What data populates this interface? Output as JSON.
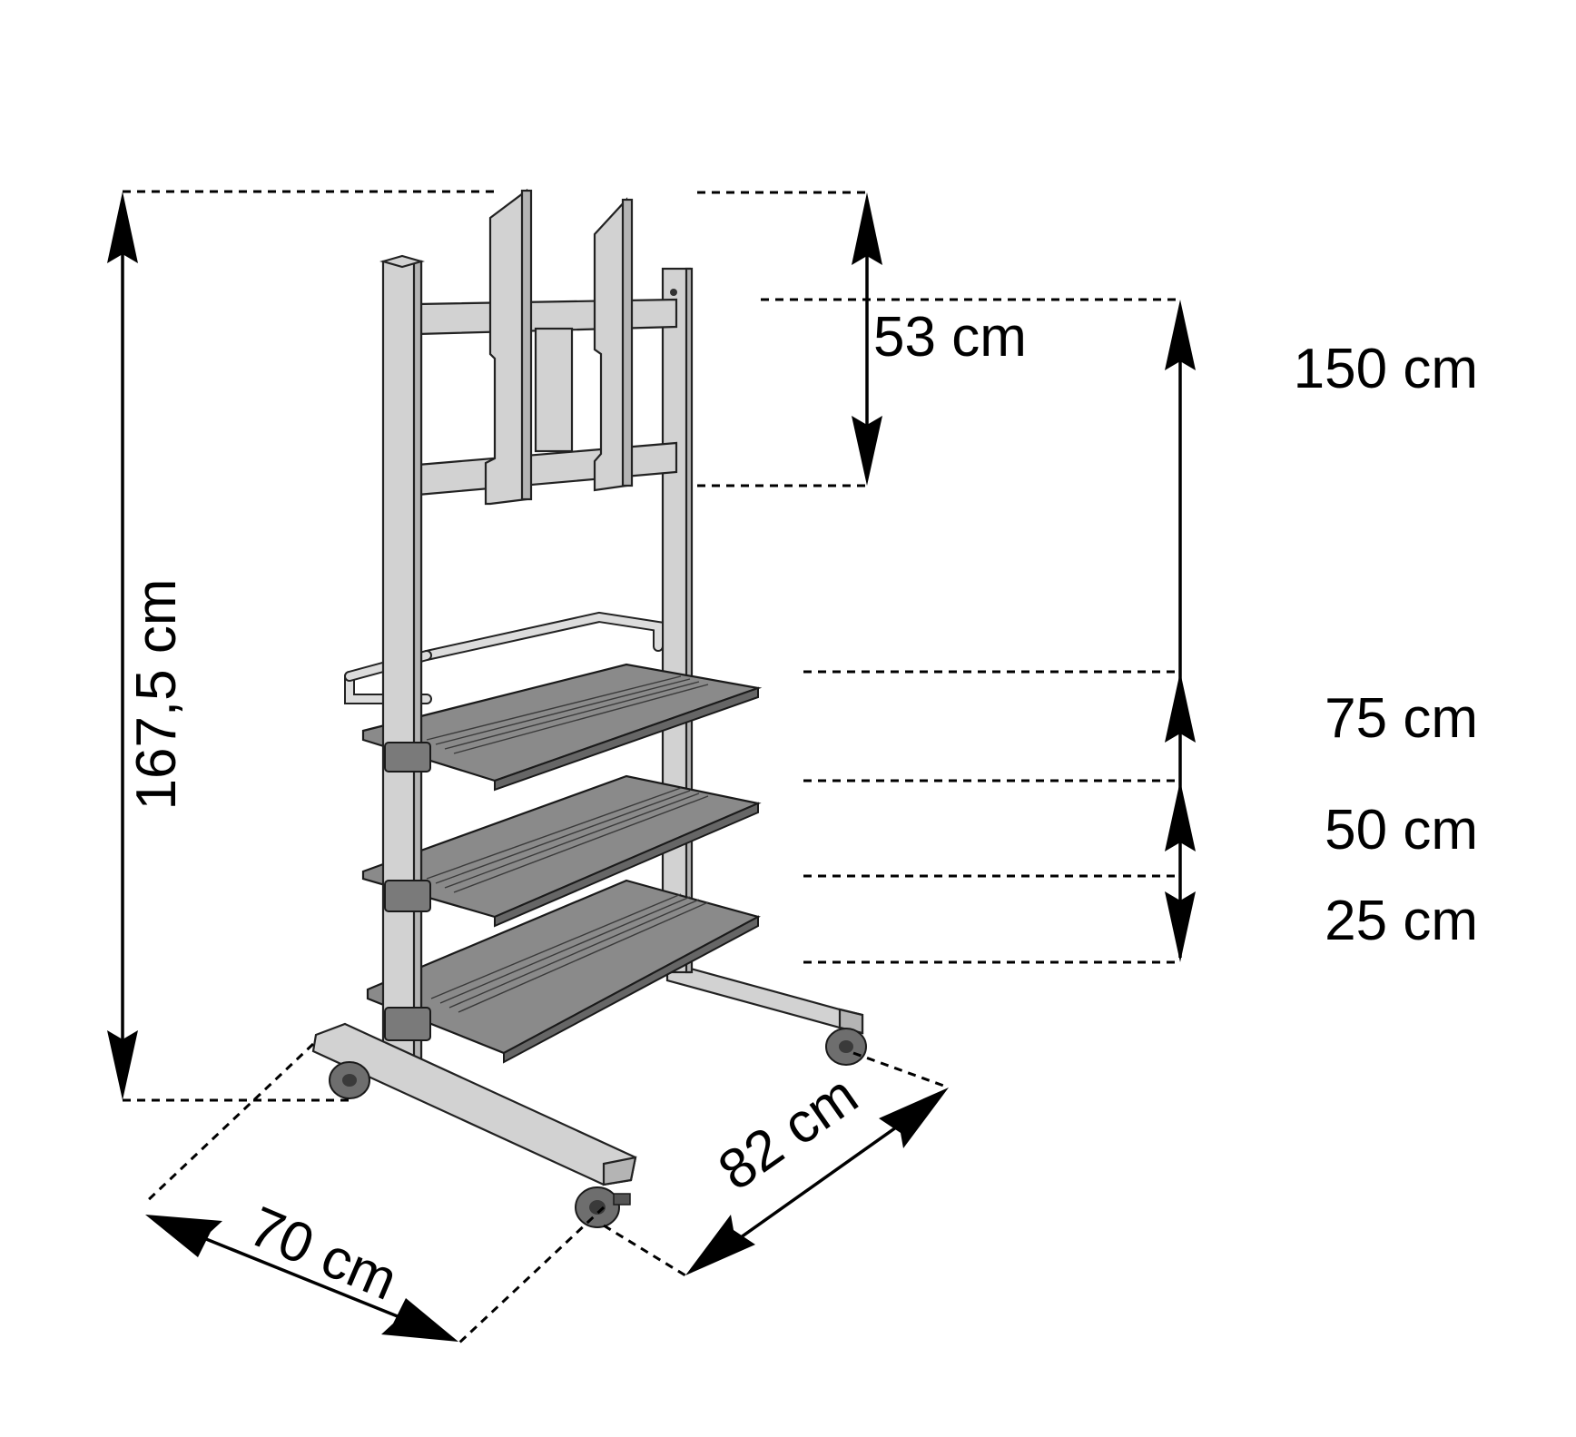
{
  "dimensions": {
    "total_height": "167,5 cm",
    "mount_height": "53 cm",
    "upper_height": "150 cm",
    "shelf_top": "75 cm",
    "shelf_middle": "50 cm",
    "shelf_bottom": "25 cm",
    "base_width": "70 cm",
    "base_depth": "82 cm"
  },
  "colors": {
    "ink": "#000000",
    "metal": "#d2d2d2",
    "shelf": "#8a8a8a"
  }
}
